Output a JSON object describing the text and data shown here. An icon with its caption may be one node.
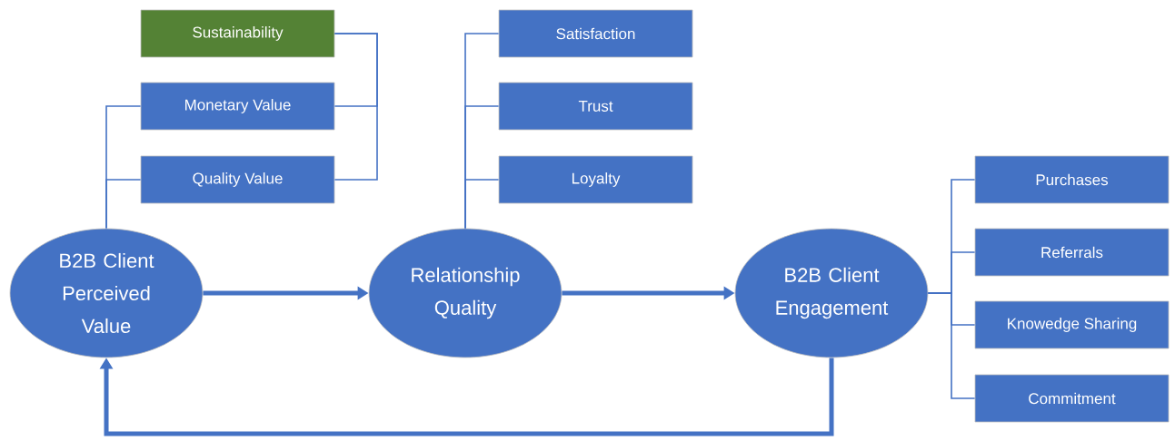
{
  "diagram": {
    "nodes": [
      {
        "text": [
          "Sustainability"
        ]
      },
      {
        "text": [
          "Monetary Value"
        ]
      },
      {
        "text": [
          "Quality Value"
        ]
      },
      {
        "text": [
          "Satisfaction"
        ]
      },
      {
        "text": [
          "Trust"
        ]
      },
      {
        "text": [
          "Loyalty"
        ]
      },
      {
        "text": [
          "Purchases"
        ]
      },
      {
        "text": [
          "Referrals"
        ]
      },
      {
        "text": [
          "Knowedge Sharing"
        ]
      },
      {
        "text": [
          "Commitment"
        ]
      },
      {
        "text": [
          "B2B Client Perceived Value"
        ]
      },
      {
        "text": [
          "Relationship Quality"
        ]
      },
      {
        "text": [
          "B2B Client Engagement"
        ]
      }
    ],
    "edges": [
      {
        "from": 0,
        "to": 1,
        "arrow": "none"
      },
      {
        "from": 0,
        "to": 2,
        "arrow": "none"
      },
      {
        "from": 10,
        "to": 1,
        "arrow": "none"
      },
      {
        "from": 10,
        "to": 2,
        "arrow": "none"
      },
      {
        "from": 11,
        "to": 3,
        "arrow": "none"
      },
      {
        "from": 11,
        "to": 4,
        "arrow": "none"
      },
      {
        "from": 11,
        "to": 5,
        "arrow": "none"
      },
      {
        "from": 12,
        "to": 6,
        "arrow": "none"
      },
      {
        "from": 12,
        "to": 7,
        "arrow": "none"
      },
      {
        "from": 12,
        "to": 8,
        "arrow": "none"
      },
      {
        "from": 12,
        "to": 9,
        "arrow": "none"
      },
      {
        "from": 10,
        "to": 11,
        "arrow": "to",
        "style": "thick"
      },
      {
        "from": 11,
        "to": 12,
        "arrow": "to",
        "style": "thick"
      },
      {
        "from": 12,
        "to": 10,
        "arrow": "to",
        "style": "thick"
      }
    ]
  }
}
